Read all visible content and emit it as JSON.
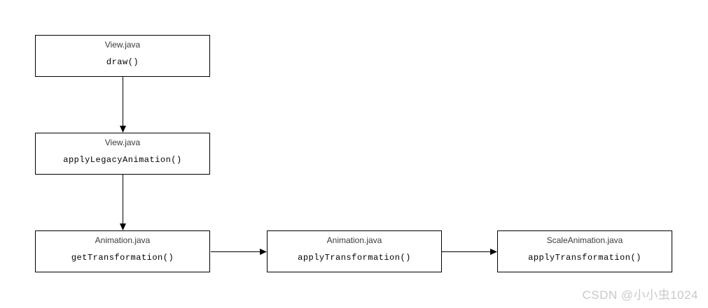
{
  "diagram": {
    "nodes": [
      {
        "id": "view-draw",
        "file": "View.java",
        "method": "draw()"
      },
      {
        "id": "view-applyLegacyAnimation",
        "file": "View.java",
        "method": "applyLegacyAnimation()"
      },
      {
        "id": "animation-getTransformation",
        "file": "Animation.java",
        "method": "getTransformation()"
      },
      {
        "id": "animation-applyTransformation",
        "file": "Animation.java",
        "method": "applyTransformation()"
      },
      {
        "id": "scaleanimation-applyTransformation",
        "file": "ScaleAnimation.java",
        "method": "applyTransformation()"
      }
    ],
    "edges": [
      {
        "from": "view-draw",
        "to": "view-applyLegacyAnimation",
        "direction": "down"
      },
      {
        "from": "view-applyLegacyAnimation",
        "to": "animation-getTransformation",
        "direction": "down"
      },
      {
        "from": "animation-getTransformation",
        "to": "animation-applyTransformation",
        "direction": "right"
      },
      {
        "from": "animation-applyTransformation",
        "to": "scaleanimation-applyTransformation",
        "direction": "right"
      }
    ]
  },
  "watermark": {
    "text": "CSDN @小小虫1024"
  },
  "colors": {
    "background": "#ffffff",
    "node_border": "#000000",
    "node_fill": "#ffffff",
    "file_label": "#3b3b3b",
    "method_label": "#000000",
    "arrow": "#000000",
    "watermark": "#c9c9c9"
  }
}
